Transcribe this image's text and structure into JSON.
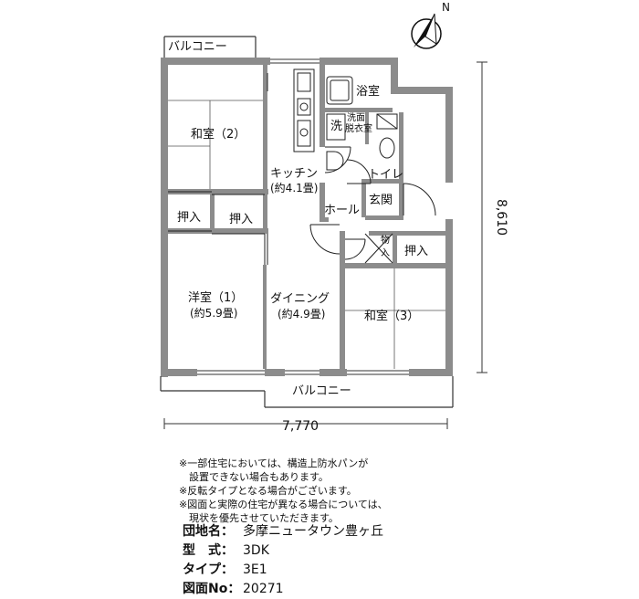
{
  "compass": {
    "north_label": "N"
  },
  "rooms": {
    "balcony_top": "バルコニー",
    "washitsu_2": "和室（2）",
    "bath": "浴室",
    "wash": "洗",
    "dressing": [
      "洗面",
      "脱衣室"
    ],
    "kitchen": [
      "キッチン",
      "(約4.1畳)"
    ],
    "toilet": "トイレ",
    "entrance": "玄関",
    "hall": "ホール",
    "closet_left": "押入",
    "closet_mid": "押入",
    "closet_right": "押入",
    "storage": [
      "物",
      "入"
    ],
    "youshitsu_1": [
      "洋室（1）",
      "(約5.9畳)"
    ],
    "dining": [
      "ダイニング",
      "(約4.9畳)"
    ],
    "washitsu_3": "和室（3）",
    "balcony_bottom": "バルコニー"
  },
  "dimensions": {
    "width": "7,770",
    "depth": "8,610"
  },
  "notes": [
    "※一部住宅においては、構造上防水パンが",
    "　設置できない場合もあります。",
    "※反転タイプとなる場合がございます。",
    "※図面と実際の住宅が異なる場合については、",
    "　現状を優先させていただきます。"
  ],
  "info": [
    {
      "key": "団地名：",
      "value": "多摩ニュータウン豊ヶ丘"
    },
    {
      "key": "型　式：",
      "value": "3DK"
    },
    {
      "key": "タイプ：",
      "value": "3E1"
    },
    {
      "key": "図面No：",
      "value": "20271"
    }
  ]
}
